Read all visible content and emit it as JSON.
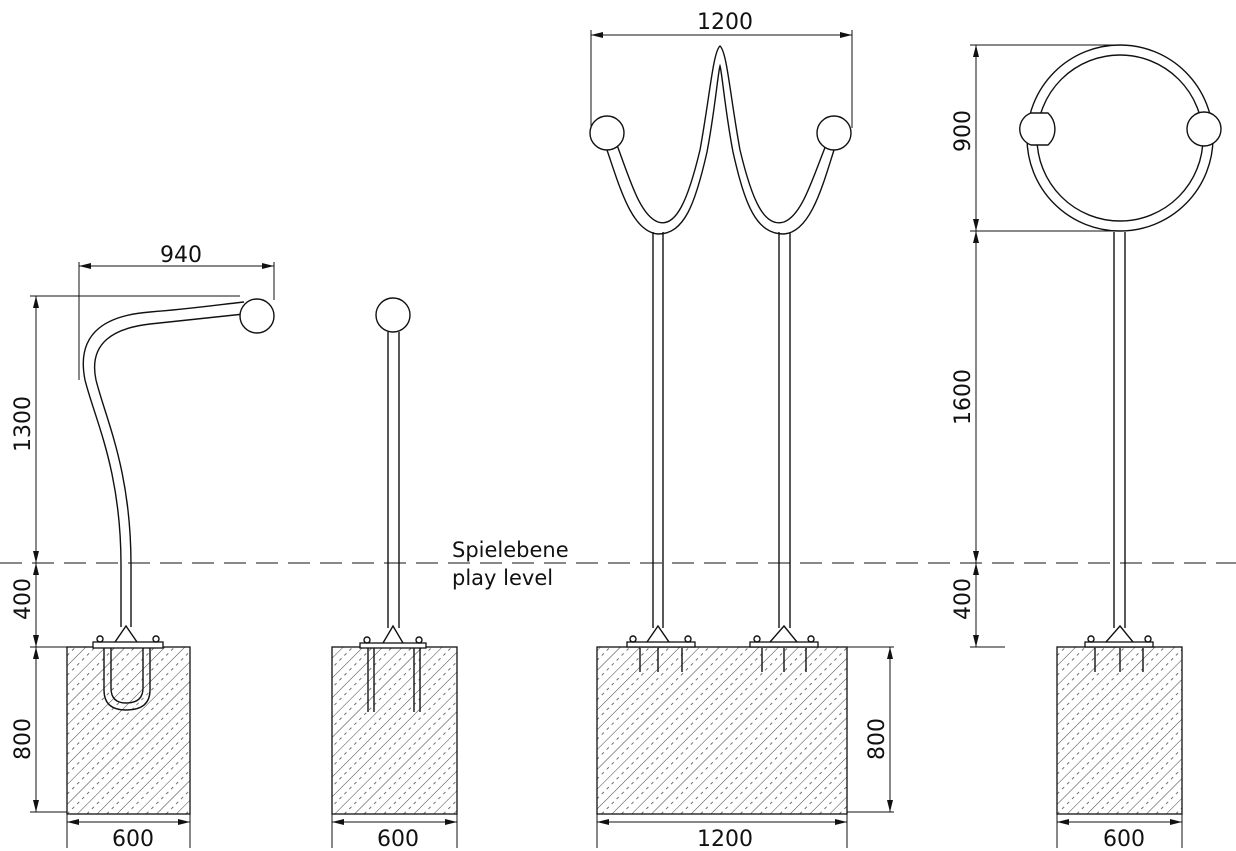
{
  "level_label": {
    "de": "Spielebene",
    "en": "play level"
  },
  "items": [
    {
      "name": "curved-post",
      "width": "940",
      "height": "1300",
      "embed": "400",
      "foundation_depth": "800",
      "foundation_width": "600"
    },
    {
      "name": "straight-post",
      "foundation_width": "600"
    },
    {
      "name": "double-wave",
      "width": "1200",
      "foundation_depth": "800",
      "foundation_width": "1200"
    },
    {
      "name": "ring-post",
      "ring_height": "900",
      "height": "1600",
      "embed": "400",
      "foundation_width": "600"
    }
  ],
  "colors": {
    "line": "#111111",
    "background": "#ffffff"
  }
}
